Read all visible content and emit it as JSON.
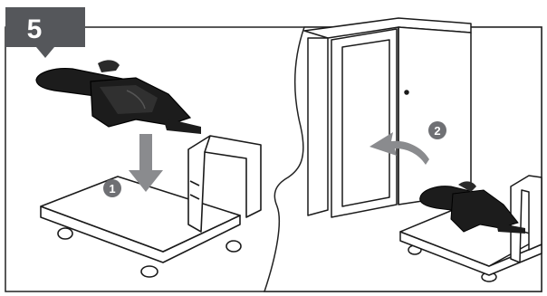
{
  "step": {
    "number": "5"
  },
  "callouts": [
    {
      "label": "1"
    },
    {
      "label": "2"
    }
  ],
  "colors": {
    "badge": "#55575b",
    "callout": "#6f7074",
    "arrow": "#8a8b8e",
    "saw_body": "#1c1c1c",
    "line": "#1a1a1a"
  },
  "icons": {
    "chainsaw": "chainsaw-icon",
    "trolley": "trolley-icon",
    "cabinet": "cabinet-icon",
    "down_arrow": "down-arrow-icon",
    "curved_arrow": "curved-arrow-icon"
  }
}
